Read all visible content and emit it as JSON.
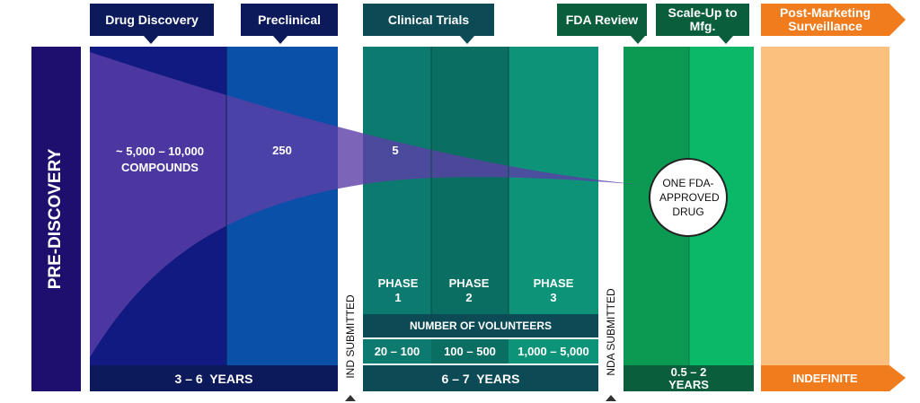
{
  "stages": {
    "drug_discovery": "Drug Discovery",
    "preclinical": "Preclinical",
    "clinical_trials": "Clinical Trials",
    "fda_review": "FDA Review",
    "scale_up": "Scale-Up to Mfg.",
    "post_marketing": "Post-Marketing Surveillance"
  },
  "pre_discovery": "PRE-DISCOVERY",
  "counts": {
    "discovery": "~ 5,000 – 10,000 COMPOUNDS",
    "preclinical": "250",
    "clinical": "5",
    "approved": "ONE FDA-APPROVED DRUG"
  },
  "phases": {
    "p1": "PHASE 1",
    "p2": "PHASE 2",
    "p3": "PHASE 3"
  },
  "volunteers": {
    "label": "NUMBER OF VOLUNTEERS",
    "p1": "20 – 100",
    "p2": "100 – 500",
    "p3": "1,000 – 5,000"
  },
  "durations": {
    "discovery_preclinical": "3 – 6  YEARS",
    "clinical": "6 – 7  YEARS",
    "review_scaleup": "0.5 – 2 YEARS",
    "post_marketing": "INDEFINITE"
  },
  "milestones": {
    "ind": "IND SUBMITTED",
    "nda": "NDA SUBMITTED"
  },
  "colors": {
    "navy": "#0c1a5c",
    "discovery": "#111a80",
    "preclinical": "#0a4fa8",
    "funnel": "#5b3ea8",
    "teal_dark": "#0c4a56",
    "teal1": "#0d7a70",
    "teal2": "#0b6e62",
    "teal3": "#0d9478",
    "fda_green": "#0a5e3c",
    "green1": "#0c9a52",
    "green2": "#0bb868",
    "orange": "#f07c1e",
    "peach": "#fbbf7e"
  }
}
